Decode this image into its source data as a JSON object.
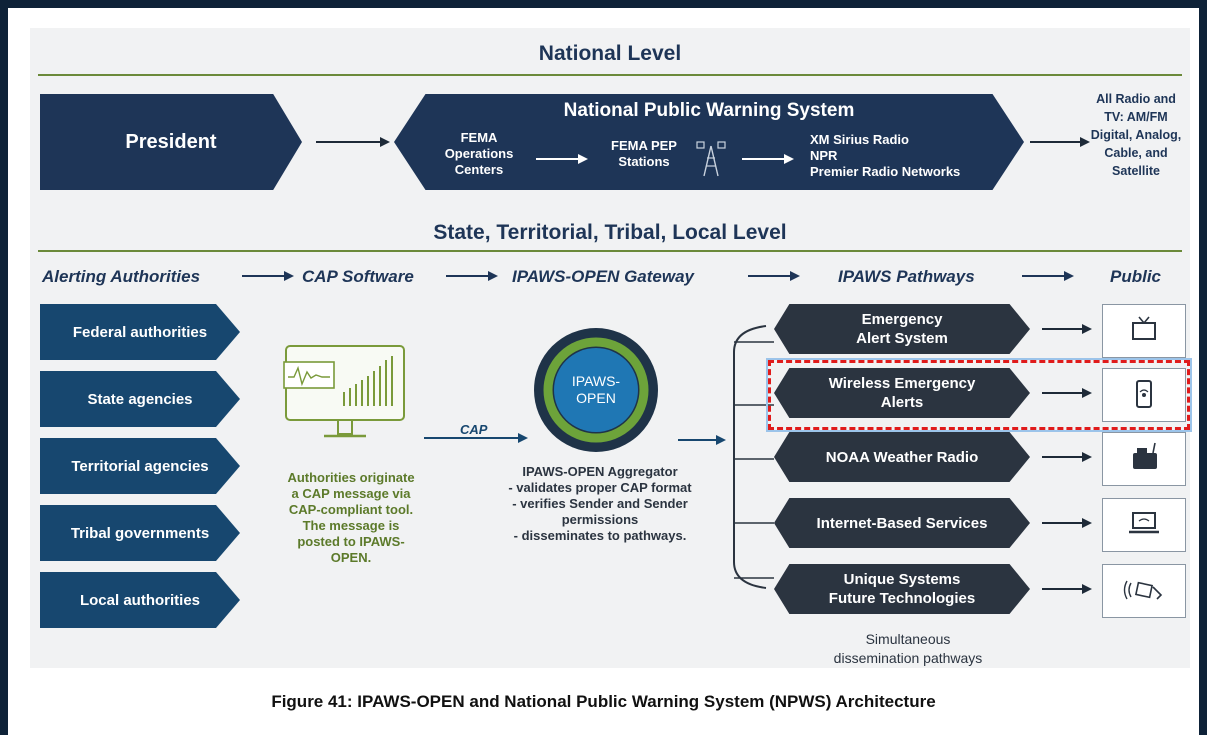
{
  "national": {
    "title": "National Level",
    "president": "President",
    "npws_title": "National Public Warning System",
    "fema_ops": [
      "FEMA",
      "Operations",
      "Centers"
    ],
    "fema_pep": [
      "FEMA PEP",
      "Stations"
    ],
    "networks": [
      "XM Sirius Radio",
      "NPR",
      "Premier Radio Networks"
    ],
    "all_radio": [
      "All Radio and",
      "TV: AM/FM",
      "Digital, Analog,",
      "Cable, and",
      "Satellite"
    ]
  },
  "state": {
    "title": "State, Territorial, Tribal, Local Level"
  },
  "columns": [
    "Alerting Authorities",
    "CAP Software",
    "IPAWS-OPEN Gateway",
    "IPAWS Pathways",
    "Public"
  ],
  "authorities": [
    "Federal authorities",
    "State agencies",
    "Territorial agencies",
    "Tribal governments",
    "Local authorities"
  ],
  "cap_software": {
    "note": [
      "Authorities originate",
      "a CAP message via",
      "CAP-compliant tool.",
      "The message is",
      "posted to IPAWS-",
      "OPEN."
    ],
    "cap_label": "CAP"
  },
  "gateway": {
    "circle": [
      "IPAWS-",
      "OPEN"
    ],
    "aggregator": [
      "IPAWS-OPEN Aggregator",
      "- validates proper CAP format",
      "- verifies Sender and Sender",
      "permissions",
      "- disseminates to pathways."
    ]
  },
  "pathways": [
    {
      "label": [
        "Emergency",
        "Alert System"
      ],
      "icon": "tv-icon"
    },
    {
      "label": [
        "Wireless Emergency",
        "Alerts"
      ],
      "icon": "phone-icon"
    },
    {
      "label": [
        "NOAA Weather Radio"
      ],
      "icon": "radio-icon"
    },
    {
      "label": [
        "Internet-Based Services"
      ],
      "icon": "laptop-icon"
    },
    {
      "label": [
        "Unique Systems",
        "Future Technologies"
      ],
      "icon": "signal-icon"
    }
  ],
  "pathways_caption": [
    "Simultaneous",
    "dissemination pathways"
  ],
  "figure_caption": "Figure 41:  IPAWS-OPEN and National Public Warning System (NPWS) Architecture",
  "colors": {
    "navy": "#1e3557",
    "teal": "#17476f",
    "dark": "#2b3440",
    "green": "#5c7a2a",
    "highlight": "#e01b1b"
  }
}
